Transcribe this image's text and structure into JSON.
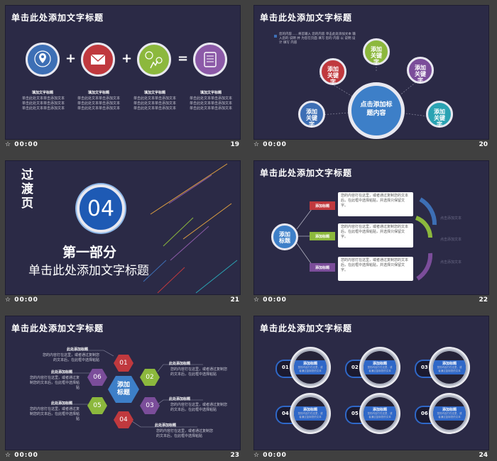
{
  "slides": [
    {
      "title": "单击此处添加文字标题",
      "time": "00:00",
      "number": "19",
      "items": [
        {
          "icon": "location-pin-icon",
          "color": "#3d6fb5",
          "label": "填加文字标题",
          "text": [
            "单击此处文本单击添加文本",
            "单击此处文本单击添加文本",
            "单击此处文本单击添加文本"
          ]
        },
        {
          "icon": "envelope-icon",
          "color": "#c0393e",
          "label": "填加文字标题",
          "text": [
            "单击此处文本单击添加文本",
            "单击此处文本单击添加文本",
            "单击此处文本单击添加文本"
          ]
        },
        {
          "icon": "team-icon",
          "color": "#8cb83d",
          "label": "填加文字标题",
          "text": [
            "单击此处文本单击添加文本",
            "单击此处文本单击添加文本",
            "单击此处文本单击添加文本"
          ]
        },
        {
          "icon": "scroll-icon",
          "color": "#8c5aa8",
          "label": "填加文字标题",
          "text": [
            "单击此处文本单击添加文本",
            "单击此处文本单击添加文本",
            "单击此处文本单击添加文本"
          ]
        }
      ],
      "operators": [
        "+",
        "+",
        "="
      ]
    },
    {
      "title": "单击此处添加文字标题",
      "time": "00:00",
      "number": "20",
      "intro": "您的内容……将首输入 您的内容 单击此处添加文本 输入您的 说明 并 为您在页面 填写 您的 内容 以 说明 设计 填写 内容",
      "center": "点击添加标题内容",
      "keywords": [
        {
          "label": "添加关键字",
          "color": "#c0393e"
        },
        {
          "label": "添加关键字",
          "color": "#8cb83d"
        },
        {
          "label": "添加关键字",
          "color": "#7b4d9a"
        },
        {
          "label": "添加关键字",
          "color": "#3d6fb5"
        },
        {
          "label": "添加关键字",
          "color": "#2aa3b3"
        }
      ]
    },
    {
      "vertical_title": "过渡页",
      "badge": "04",
      "part": "第一部分",
      "subtitle": "单击此处添加文字标题",
      "time": "00:00",
      "number": "21"
    },
    {
      "title": "单击此处添加文字标题",
      "time": "00:00",
      "number": "22",
      "center": "添加标题",
      "rows": [
        {
          "tag": "添加标题",
          "color": "#c0393e",
          "text": "您的内容打在这里，或者通过复制您的文本后，在此框中选择粘贴，并选择只保留文字。",
          "side": "点击添加文本"
        },
        {
          "tag": "添加标题",
          "color": "#8cb83d",
          "text": "您的内容打在这里，或者通过复制您的文本后，在此框中选择粘贴，并选择只保留文字。",
          "side": "点击添加文本"
        },
        {
          "tag": "添加标题",
          "color": "#7b4d9a",
          "text": "您的内容打在这里，或者通过复制您的文本后，在此框中选择粘贴，并选择只保留文字。",
          "side": "点击添加文本"
        }
      ]
    },
    {
      "title": "单击此处添加文字标题",
      "time": "00:00",
      "number": "23",
      "center": "添加标题",
      "hexes": [
        {
          "num": "01",
          "color": "#c0393e"
        },
        {
          "num": "02",
          "color": "#8cb83d"
        },
        {
          "num": "03",
          "color": "#7b4d9a"
        },
        {
          "num": "04",
          "color": "#c0393e"
        },
        {
          "num": "05",
          "color": "#8cb83d"
        },
        {
          "num": "06",
          "color": "#7b4d9a"
        }
      ],
      "notes": [
        {
          "label": "此处添加标题",
          "text": "您的内容打在这里，或者通过复制您的文本后，在此框中选择粘贴"
        },
        {
          "label": "此处添加标题",
          "text": "您的内容打在这里，或者通过复制您的文本后，在此框中选择粘贴"
        },
        {
          "label": "此处添加标题",
          "text": "您的内容打在这里，或者通过复制您的文本后，在此框中选择粘贴"
        },
        {
          "label": "此处添加标题",
          "text": "您的内容打在这里，或者通过复制您的文本后，在此框中选择粘贴"
        },
        {
          "label": "此处添加标题",
          "text": "您的内容打在这里，或者通过复制您的文本后，在此框中选择粘贴"
        },
        {
          "label": "此处添加标题",
          "text": "您的内容打在这里，或者通过复制您的文本后，在此框中选择粘贴"
        }
      ]
    },
    {
      "title": "单击此处添加文字标题",
      "time": "00:00",
      "number": "24",
      "cards": [
        {
          "num": "01",
          "label": "添加标题",
          "text": "您的内容打在这里，或者通过复制您的文本"
        },
        {
          "num": "02",
          "label": "添加标题",
          "text": "您的内容打在这里，或者通过复制您的文本"
        },
        {
          "num": "03",
          "label": "添加标题",
          "text": "您的内容打在这里，或者通过复制您的文本"
        },
        {
          "num": "04",
          "label": "添加标题",
          "text": "您的内容打在这里，或者通过复制您的文本"
        },
        {
          "num": "05",
          "label": "添加标题",
          "text": "您的内容打在这里，或者通过复制您的文本"
        },
        {
          "num": "06",
          "label": "添加标题",
          "text": "您的内容打在这里，或者通过复制您的文本"
        }
      ]
    }
  ]
}
